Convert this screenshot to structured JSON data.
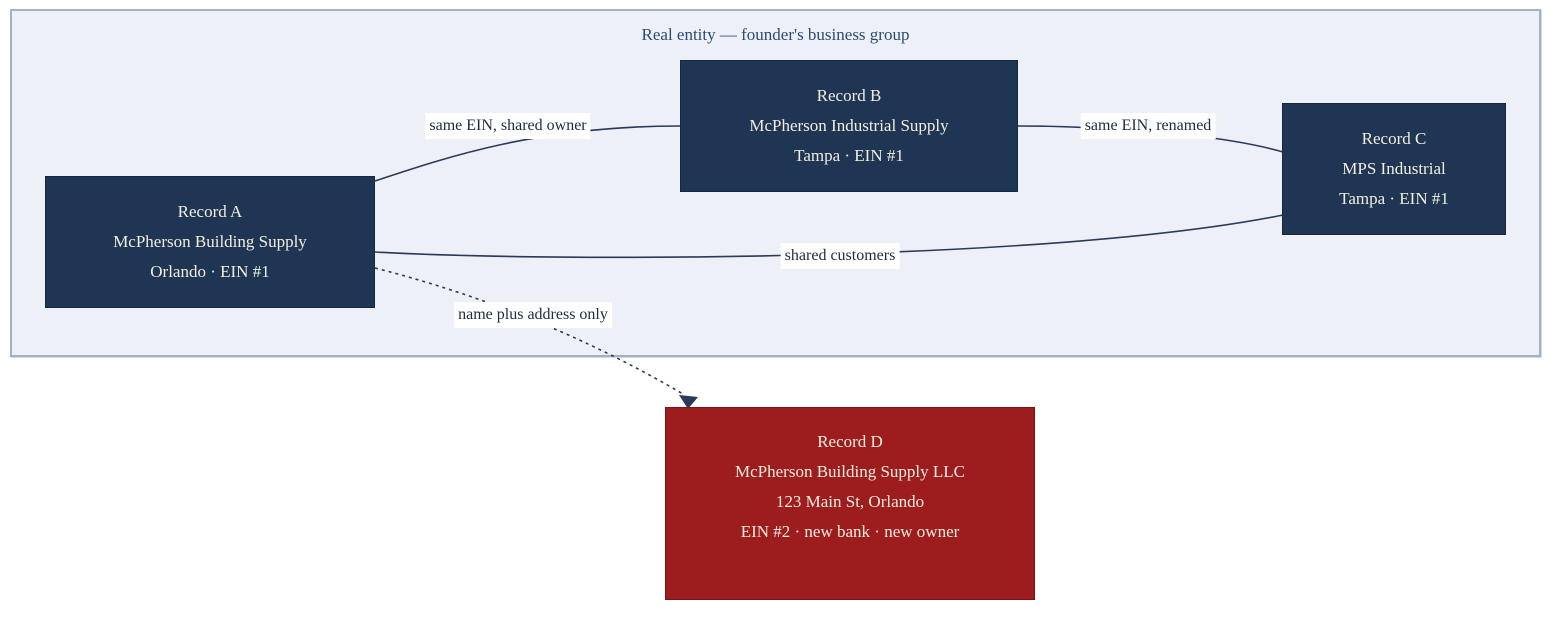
{
  "group": {
    "title": "Real entity — founder's business group"
  },
  "nodes": {
    "a": {
      "lines": [
        "Record A",
        "McPherson Building Supply",
        "Orlando · EIN #1"
      ],
      "color_role": "navy"
    },
    "b": {
      "lines": [
        "Record B",
        "McPherson Industrial Supply",
        "Tampa · EIN #1"
      ],
      "color_role": "navy"
    },
    "c": {
      "lines": [
        "Record C",
        "MPS Industrial",
        "Tampa · EIN #1"
      ],
      "color_role": "navy"
    },
    "d": {
      "lines": [
        "Record D",
        "McPherson Building Supply LLC",
        "123 Main St, Orlando",
        "EIN #2 · new bank · new owner"
      ],
      "color_role": "red"
    }
  },
  "edges": {
    "a_b": {
      "from": "a",
      "to": "b",
      "label": "same EIN, shared owner",
      "style": "solid"
    },
    "b_c": {
      "from": "b",
      "to": "c",
      "label": "same EIN, renamed",
      "style": "solid"
    },
    "a_c": {
      "from": "a",
      "to": "c",
      "label": "shared customers",
      "style": "solid"
    },
    "a_d": {
      "from": "a",
      "to": "d",
      "label": "name plus address only",
      "style": "dotted-arrow"
    }
  },
  "colors": {
    "group_bg": "#edf1f7",
    "group_border": "#a4b1c4",
    "node_navy": "#1f3554",
    "node_navy_border": "#16273e",
    "node_red": "#9d1d1e",
    "node_red_border": "#801415",
    "node_text": "#f3edde",
    "edge": "#2a3a58",
    "label_text": "#1e2b44",
    "label_bg": "#ffffff",
    "title_text": "#2d4a73",
    "page_bg": "#ffffff"
  }
}
